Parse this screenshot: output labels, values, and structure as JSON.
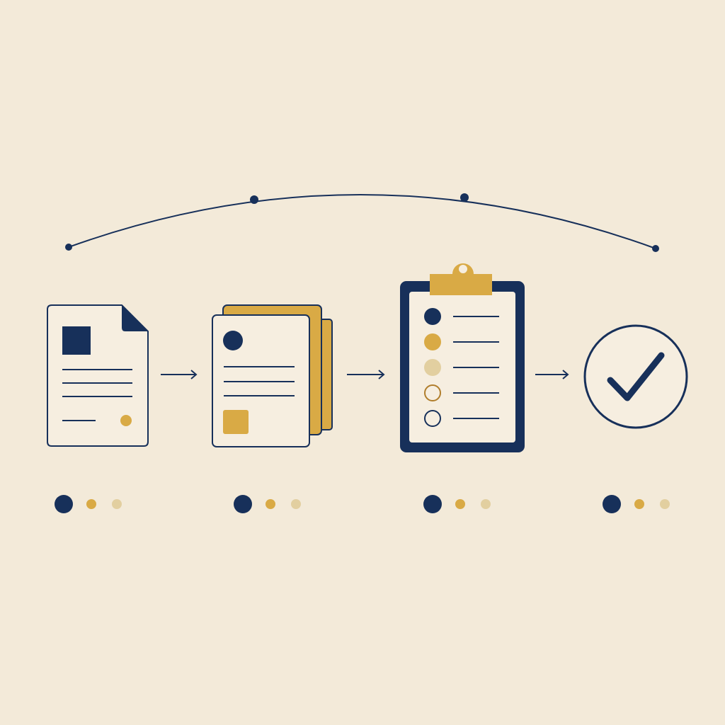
{
  "colors": {
    "background": "#f3ead9",
    "paper": "#f6eee0",
    "navy": "#17305a",
    "gold": "#d9aa45",
    "gold_light": "#e2cfa0"
  },
  "process": {
    "steps": [
      {
        "id": "document",
        "icon": "document-icon",
        "status_dots": [
          "navy",
          "gold",
          "gold-light"
        ]
      },
      {
        "id": "stacked-pages",
        "icon": "stacked-pages-icon",
        "status_dots": [
          "navy",
          "gold",
          "gold-light"
        ]
      },
      {
        "id": "checklist",
        "icon": "clipboard-checklist-icon",
        "status_dots": [
          "navy",
          "gold",
          "gold-light"
        ]
      },
      {
        "id": "complete",
        "icon": "check-circle-icon",
        "status_dots": [
          "navy",
          "gold",
          "gold-light"
        ]
      }
    ],
    "connectors": [
      "arrow-icon",
      "arrow-icon",
      "arrow-icon"
    ],
    "timeline_markers": 4
  }
}
